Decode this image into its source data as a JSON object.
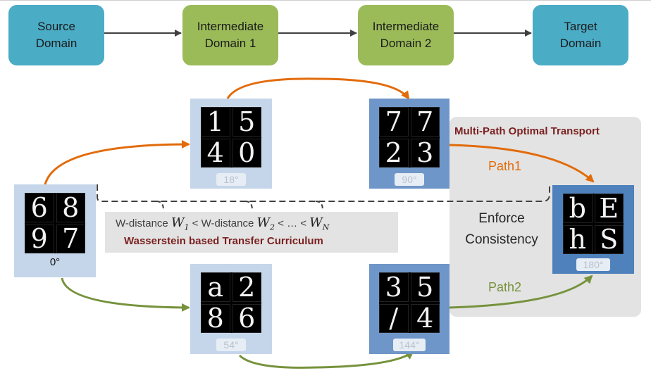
{
  "flow": {
    "source": "Source\nDomain",
    "intermediate1": "Intermediate\nDomain 1",
    "intermediate2": "Intermediate\nDomain 2",
    "target": "Target\nDomain"
  },
  "domains": {
    "source": {
      "angle": "0°",
      "digits": [
        "6",
        "8",
        "9",
        "7"
      ]
    },
    "d18": {
      "angle": "18°",
      "digits": [
        "1",
        "5",
        "4",
        "0"
      ]
    },
    "d90": {
      "angle": "90°",
      "digits": [
        "7",
        "7",
        "2",
        "3"
      ]
    },
    "d54": {
      "angle": "54°",
      "digits": [
        "a",
        "2",
        "8",
        "6"
      ]
    },
    "d144": {
      "angle": "144°",
      "digits": [
        "3",
        "5",
        "/",
        "4"
      ]
    },
    "target": {
      "angle": "180°",
      "digits": [
        "b",
        "E",
        "h",
        "S"
      ]
    }
  },
  "panel": {
    "title": "Multi-Path Optimal Transport",
    "path1": "Path1",
    "path2": "Path2",
    "enforce": "Enforce\nConsistency"
  },
  "curriculum": {
    "wdist": "W-distance",
    "w1": "W",
    "w1_sub": "1",
    "w2": "W",
    "w2_sub": "2",
    "lt": "<",
    "ellipsis": "…",
    "wn": "W",
    "wn_sub": "N",
    "title": "Wasserstein based Transfer Curriculum"
  },
  "colors": {
    "teal": "#4bacc6",
    "green": "#9bbb59",
    "orange_arrow": "#e26b0a",
    "green_arrow": "#76923c",
    "card_light": "#c5d6ea",
    "card_dark": "#6f96c8",
    "card_target": "#4f81bd",
    "curriculum_title": "#7b1f1f"
  }
}
